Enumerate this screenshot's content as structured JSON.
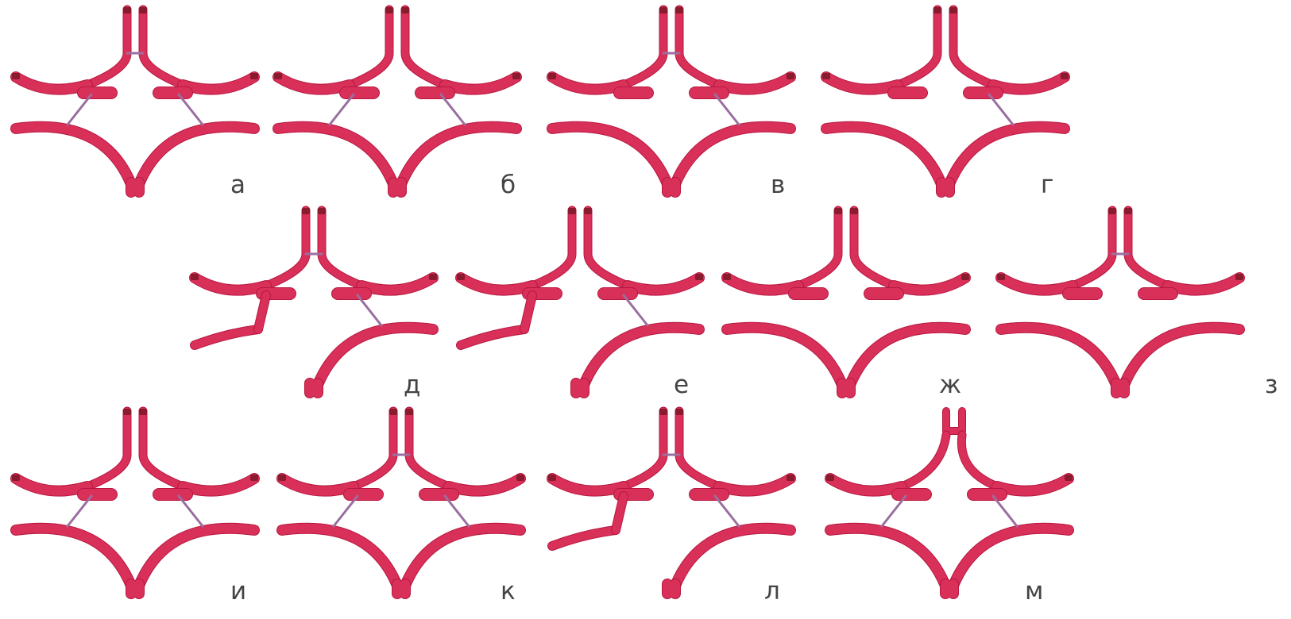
{
  "figure": {
    "vessel_color": "#d9305a",
    "vessel_edge_color": "#b8173f",
    "connector_color": "#9a6fa0",
    "variants": [
      {
        "label": "а"
      },
      {
        "label": "б"
      },
      {
        "label": "в"
      },
      {
        "label": "г"
      },
      {
        "label": "д"
      },
      {
        "label": "е"
      },
      {
        "label": "ж"
      },
      {
        "label": "з"
      },
      {
        "label": "и"
      },
      {
        "label": "к"
      },
      {
        "label": "л"
      },
      {
        "label": "м"
      }
    ]
  }
}
